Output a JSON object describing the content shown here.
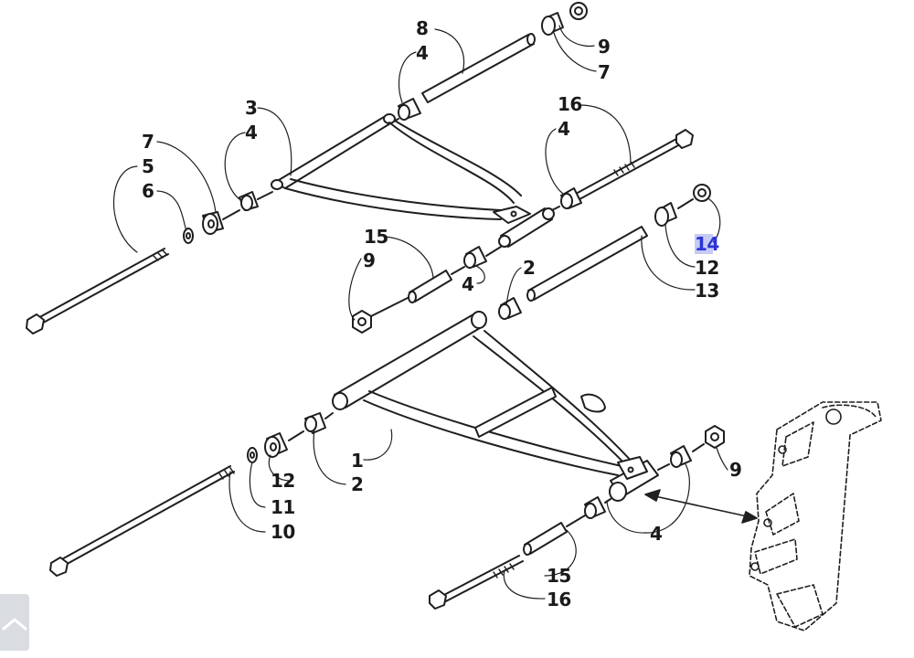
{
  "diagram": {
    "callouts": [
      "8",
      "4",
      "9",
      "7",
      "16",
      "4",
      "3",
      "4",
      "7",
      "5",
      "6",
      "15",
      "9",
      "4",
      "2",
      "14",
      "12",
      "13",
      "1",
      "2",
      "12",
      "11",
      "10",
      "9",
      "4",
      "15",
      "16"
    ],
    "highlighted_callout": "14",
    "highlight_color": "#2a34d6"
  },
  "ui": {
    "scroll_top_icon": "chevron-up-icon"
  }
}
